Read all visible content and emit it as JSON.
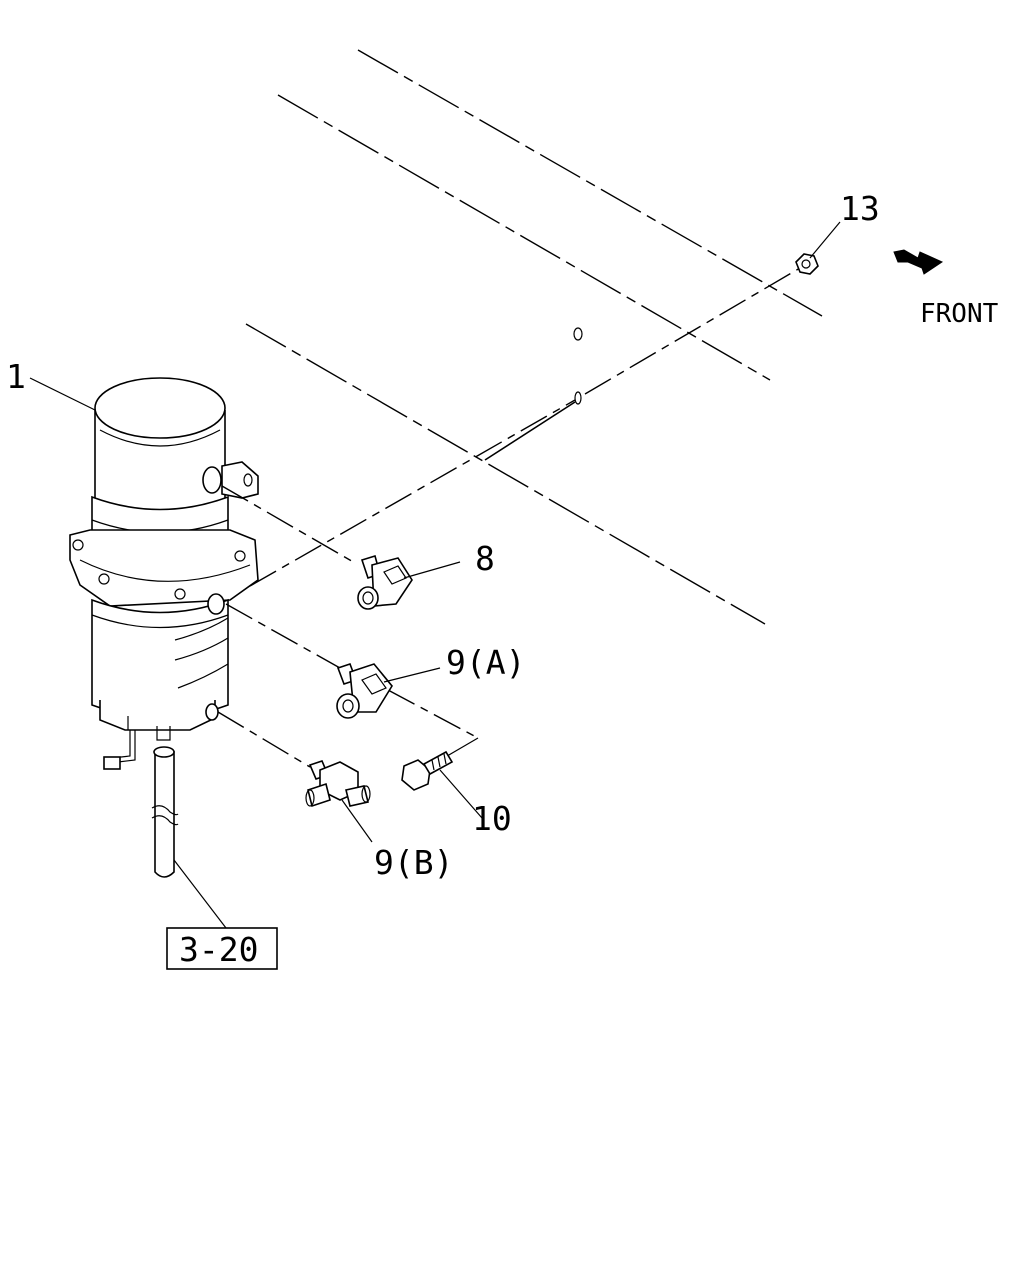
{
  "diagram": {
    "callouts": {
      "part_1": "1",
      "part_8": "8",
      "part_9a": "9(A)",
      "part_9b": "9(B)",
      "part_10": "10",
      "part_13": "13"
    },
    "reference_box": "3-20",
    "direction_label": "FRONT",
    "direction_icon": "front-arrow-icon"
  }
}
